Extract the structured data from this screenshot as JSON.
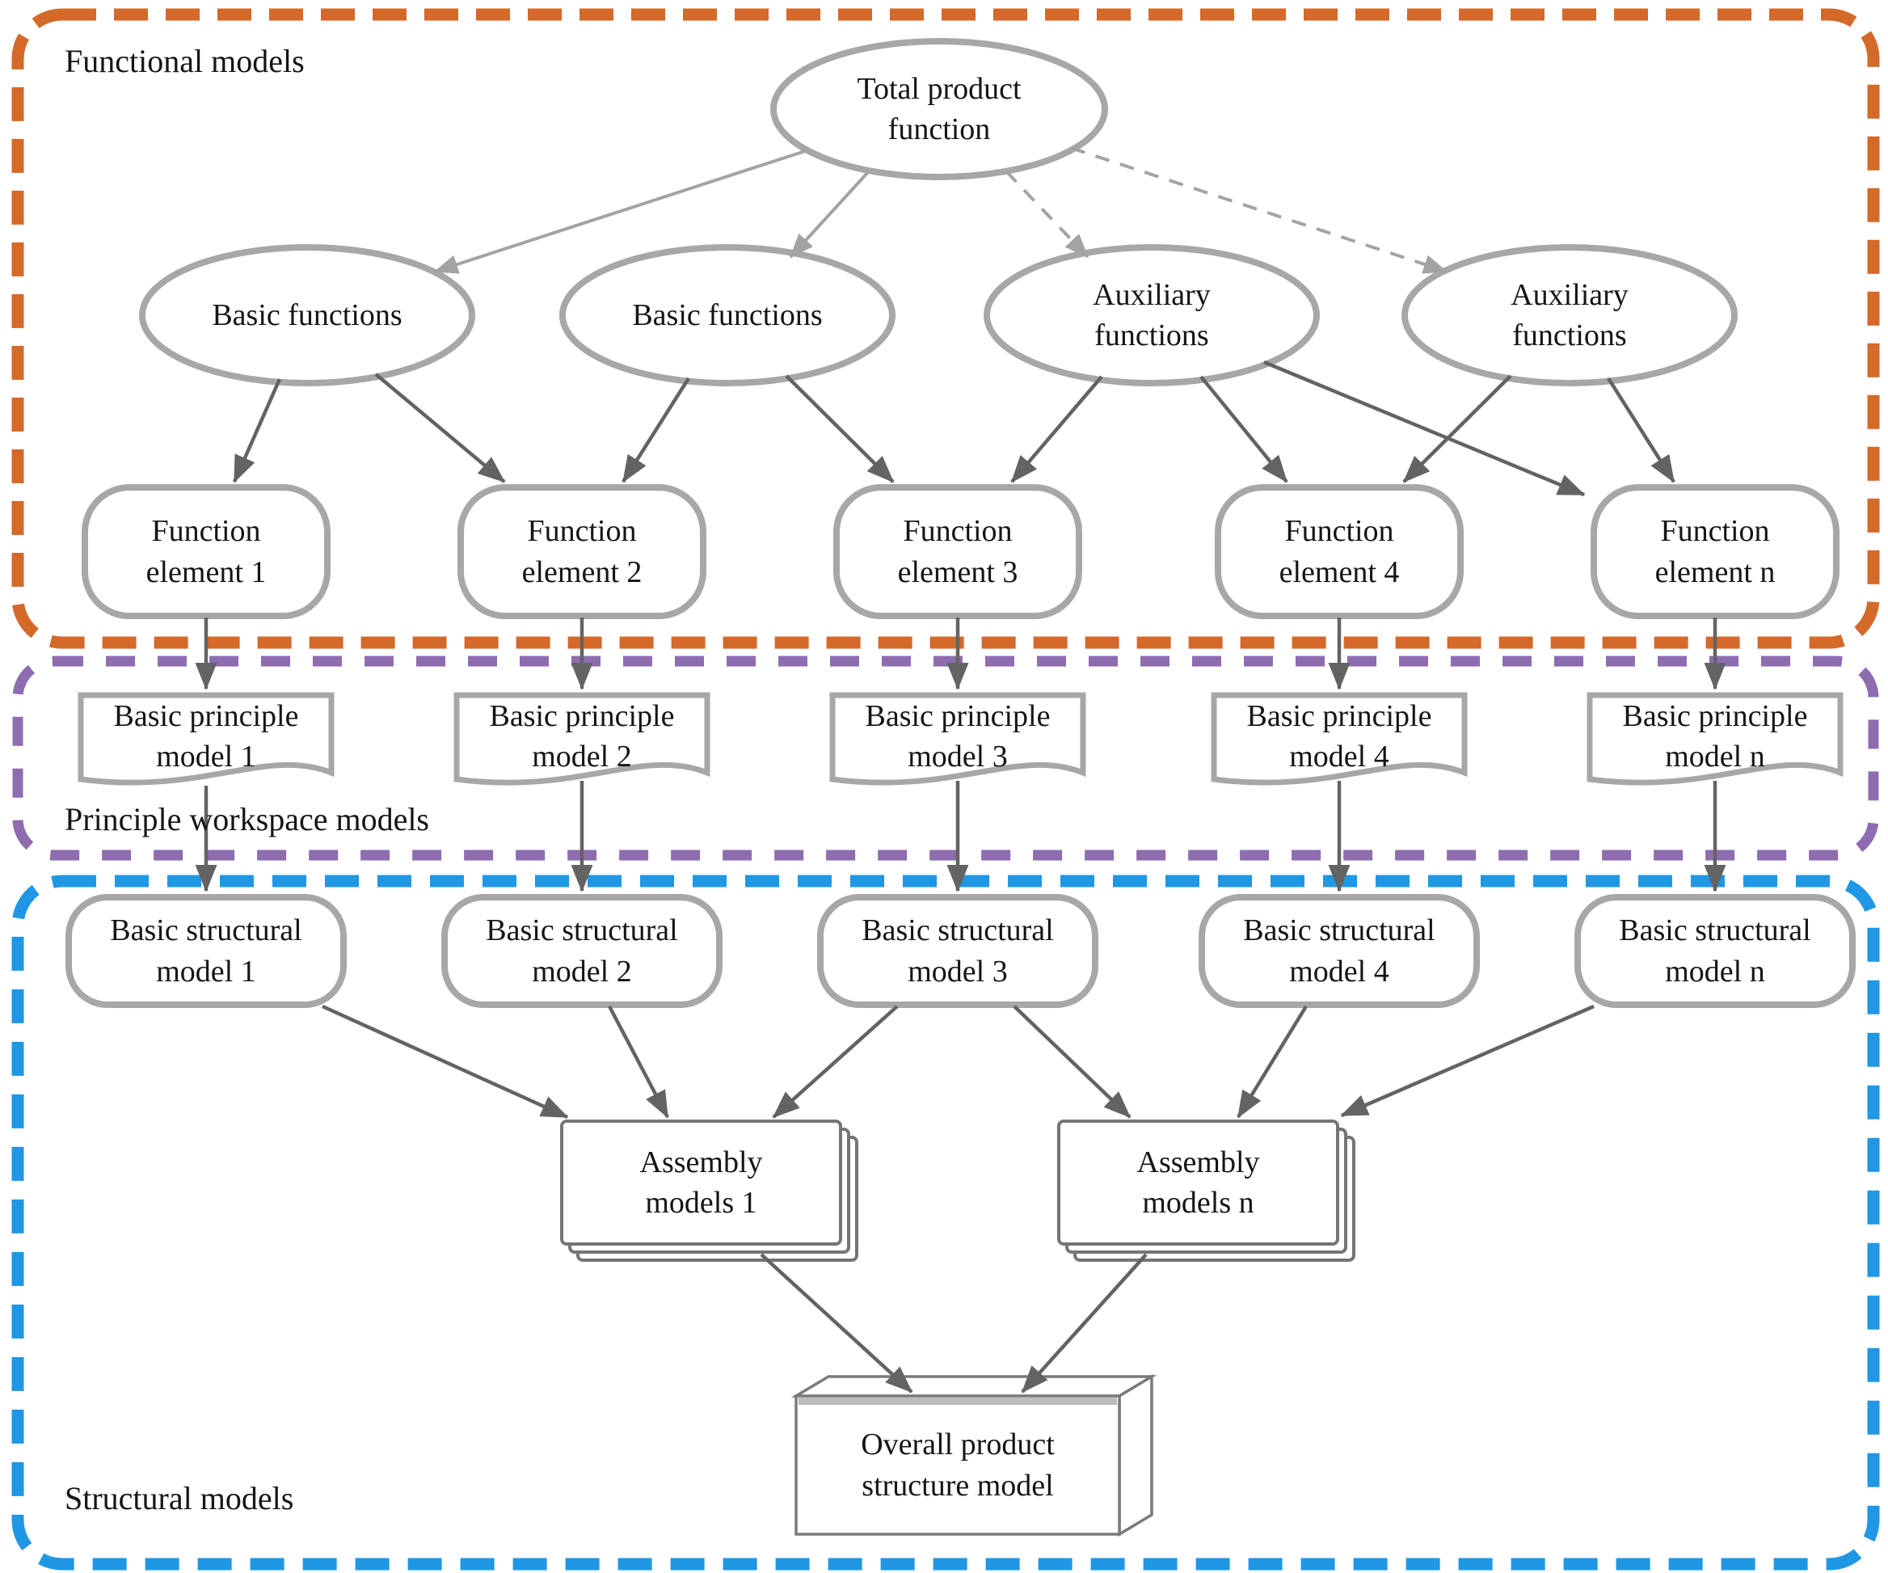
{
  "regions": {
    "functional": {
      "label": "Functional models",
      "border_color": "#d4692a"
    },
    "principle_workspace": {
      "label": "Principle workspace models",
      "border_color": "#8e6cb0"
    },
    "structural": {
      "label": "Structural models",
      "border_color": "#1f97e4"
    }
  },
  "nodes": {
    "total_product_function": {
      "type": "ellipse",
      "line1": "Total product",
      "line2": "function"
    },
    "basic_functions_1": {
      "type": "ellipse",
      "label": "Basic functions"
    },
    "basic_functions_2": {
      "type": "ellipse",
      "label": "Basic functions"
    },
    "auxiliary_functions_1": {
      "type": "ellipse",
      "line1": "Auxiliary",
      "line2": "functions"
    },
    "auxiliary_functions_2": {
      "type": "ellipse",
      "line1": "Auxiliary",
      "line2": "functions"
    },
    "function_element_1": {
      "type": "rounded-rect",
      "line1": "Function",
      "line2": "element 1"
    },
    "function_element_2": {
      "type": "rounded-rect",
      "line1": "Function",
      "line2": "element 2"
    },
    "function_element_3": {
      "type": "rounded-rect",
      "line1": "Function",
      "line2": "element 3"
    },
    "function_element_4": {
      "type": "rounded-rect",
      "line1": "Function",
      "line2": "element 4"
    },
    "function_element_n": {
      "type": "rounded-rect",
      "line1": "Function",
      "line2": "element n"
    },
    "basic_principle_model_1": {
      "type": "document",
      "line1": "Basic principle",
      "line2": "model 1"
    },
    "basic_principle_model_2": {
      "type": "document",
      "line1": "Basic principle",
      "line2": "model 2"
    },
    "basic_principle_model_3": {
      "type": "document",
      "line1": "Basic principle",
      "line2": "model 3"
    },
    "basic_principle_model_4": {
      "type": "document",
      "line1": "Basic principle",
      "line2": "model 4"
    },
    "basic_principle_model_n": {
      "type": "document",
      "line1": "Basic principle",
      "line2": "model n"
    },
    "basic_structural_model_1": {
      "type": "rounded-rect",
      "line1": "Basic structural",
      "line2": "model 1"
    },
    "basic_structural_model_2": {
      "type": "rounded-rect",
      "line1": "Basic structural",
      "line2": "model 2"
    },
    "basic_structural_model_3": {
      "type": "rounded-rect",
      "line1": "Basic structural",
      "line2": "model 3"
    },
    "basic_structural_model_4": {
      "type": "rounded-rect",
      "line1": "Basic structural",
      "line2": "model 4"
    },
    "basic_structural_model_n": {
      "type": "rounded-rect",
      "line1": "Basic structural",
      "line2": "model n"
    },
    "assembly_models_1": {
      "type": "stacked-rect",
      "line1": "Assembly",
      "line2": "models 1"
    },
    "assembly_models_n": {
      "type": "stacked-rect",
      "line1": "Assembly",
      "line2": "models n"
    },
    "overall_product_structure_model": {
      "type": "3d-box",
      "line1": "Overall product",
      "line2": "structure model"
    }
  },
  "edges": [
    {
      "from": "total_product_function",
      "to": "basic_functions_1",
      "style": "solid-light"
    },
    {
      "from": "total_product_function",
      "to": "basic_functions_2",
      "style": "solid-light"
    },
    {
      "from": "total_product_function",
      "to": "auxiliary_functions_1",
      "style": "dashed-light"
    },
    {
      "from": "total_product_function",
      "to": "auxiliary_functions_2",
      "style": "dashed-light"
    },
    {
      "from": "basic_functions_1",
      "to": "function_element_1",
      "style": "solid"
    },
    {
      "from": "basic_functions_1",
      "to": "function_element_2",
      "style": "solid"
    },
    {
      "from": "basic_functions_2",
      "to": "function_element_2",
      "style": "solid"
    },
    {
      "from": "basic_functions_2",
      "to": "function_element_3",
      "style": "solid"
    },
    {
      "from": "auxiliary_functions_1",
      "to": "function_element_3",
      "style": "solid"
    },
    {
      "from": "auxiliary_functions_1",
      "to": "function_element_4",
      "style": "solid"
    },
    {
      "from": "auxiliary_functions_1",
      "to": "function_element_n",
      "style": "solid"
    },
    {
      "from": "auxiliary_functions_2",
      "to": "function_element_4",
      "style": "solid"
    },
    {
      "from": "auxiliary_functions_2",
      "to": "function_element_n",
      "style": "solid"
    },
    {
      "from": "function_element_1",
      "to": "basic_principle_model_1",
      "style": "solid"
    },
    {
      "from": "function_element_2",
      "to": "basic_principle_model_2",
      "style": "solid"
    },
    {
      "from": "function_element_3",
      "to": "basic_principle_model_3",
      "style": "solid"
    },
    {
      "from": "function_element_4",
      "to": "basic_principle_model_4",
      "style": "solid"
    },
    {
      "from": "function_element_n",
      "to": "basic_principle_model_n",
      "style": "solid"
    },
    {
      "from": "basic_principle_model_1",
      "to": "basic_structural_model_1",
      "style": "solid"
    },
    {
      "from": "basic_principle_model_2",
      "to": "basic_structural_model_2",
      "style": "solid"
    },
    {
      "from": "basic_principle_model_3",
      "to": "basic_structural_model_3",
      "style": "solid"
    },
    {
      "from": "basic_principle_model_4",
      "to": "basic_structural_model_4",
      "style": "solid"
    },
    {
      "from": "basic_principle_model_n",
      "to": "basic_structural_model_n",
      "style": "solid"
    },
    {
      "from": "basic_structural_model_1",
      "to": "assembly_models_1",
      "style": "solid"
    },
    {
      "from": "basic_structural_model_2",
      "to": "assembly_models_1",
      "style": "solid"
    },
    {
      "from": "basic_structural_model_3",
      "to": "assembly_models_1",
      "style": "solid"
    },
    {
      "from": "basic_structural_model_3",
      "to": "assembly_models_n",
      "style": "solid"
    },
    {
      "from": "basic_structural_model_4",
      "to": "assembly_models_n",
      "style": "solid"
    },
    {
      "from": "basic_structural_model_n",
      "to": "assembly_models_n",
      "style": "solid"
    },
    {
      "from": "assembly_models_1",
      "to": "overall_product_structure_model",
      "style": "solid"
    },
    {
      "from": "assembly_models_n",
      "to": "overall_product_structure_model",
      "style": "solid"
    }
  ]
}
